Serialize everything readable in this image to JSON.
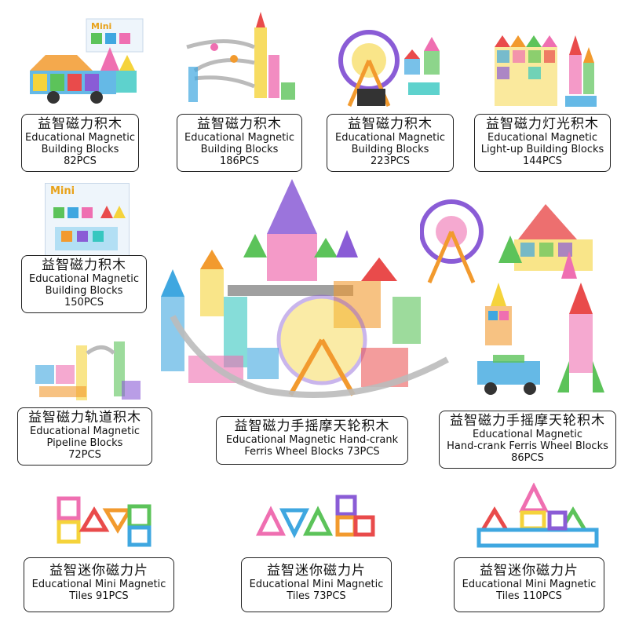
{
  "products": [
    {
      "cn": "益智磁力积木",
      "en": [
        "Educational Magnetic",
        "Building Blocks"
      ],
      "pcs": "82PCS"
    },
    {
      "cn": "益智磁力积木",
      "en": [
        "Educational Magnetic",
        "Building Blocks"
      ],
      "pcs": "186PCS"
    },
    {
      "cn": "益智磁力积木",
      "en": [
        "Educational Magnetic",
        "Building Blocks"
      ],
      "pcs": "223PCS"
    },
    {
      "cn": "益智磁力灯光积木",
      "en": [
        "Educational Magnetic",
        "Light-up Building Blocks"
      ],
      "pcs": "144PCS"
    },
    {
      "cn": "益智磁力积木",
      "en": [
        "Educational Magnetic",
        "Building Blocks"
      ],
      "pcs": "150PCS"
    },
    {
      "cn": "益智磁力轨道积木",
      "en": [
        "Educational Magnetic",
        "Pipeline Blocks"
      ],
      "pcs": "72PCS"
    },
    {
      "cn": "益智磁力手摇摩天轮积木",
      "en": [
        "Educational Magnetic Hand-crank",
        "Ferris Wheel Blocks 73PCS"
      ],
      "pcs": ""
    },
    {
      "cn": "益智磁力手摇摩天轮积木",
      "en": [
        "Educational Magnetic",
        "Hand-crank Ferris Wheel Blocks"
      ],
      "pcs": "86PCS"
    },
    {
      "cn": "益智迷你磁力片",
      "en": [
        "Educational Mini Magnetic",
        "Tiles 91PCS"
      ],
      "pcs": ""
    },
    {
      "cn": "益智迷你磁力片",
      "en": [
        "Educational Mini Magnetic",
        "Tiles 73PCS"
      ],
      "pcs": ""
    },
    {
      "cn": "益智迷你磁力片",
      "en": [
        "Educational Mini Magnetic",
        "Tiles 110PCS"
      ],
      "pcs": ""
    }
  ],
  "box_art": {
    "brand": "Mini"
  },
  "colors": {
    "tile": [
      "#e94b4b",
      "#f29a2e",
      "#f5d33b",
      "#5cc35a",
      "#3fa7e0",
      "#8a5cd6",
      "#ef6fb1",
      "#36c7c0"
    ],
    "border": "#222222"
  }
}
